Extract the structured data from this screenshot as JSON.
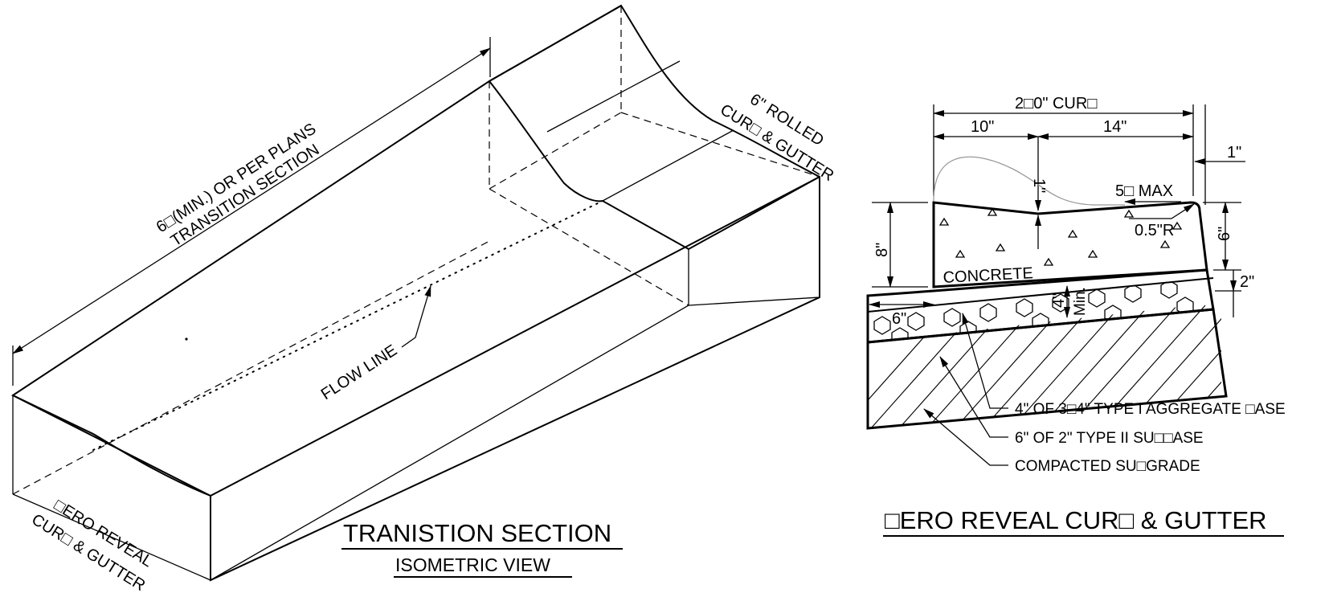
{
  "iso": {
    "dim_line1": "6□(MIN.) OR PER PLANS",
    "dim_line2": "TRANSITION SECTION",
    "rolled_line1": "6\" ROLLED",
    "rolled_line2": "CUR□ & GUTTER",
    "flow_line": "FLOW LINE",
    "zero_line1": "□ERO REVEAL",
    "zero_line2": "CUR□ & GUTTER",
    "title": "TRANISTION SECTION",
    "subtitle": "ISOMETRIC VIEW"
  },
  "section": {
    "overall": "2□0\" CUR□",
    "left_width": "10\"",
    "right_width": "14\"",
    "top_offset": "1\"",
    "right_offset": "1\"",
    "slope": "5□ MAX",
    "radius": "0.5\"R",
    "depth": "8\"",
    "right_depth": "6\"",
    "gutter_drop": "2\"",
    "base_depth": "4\"",
    "base_min": "Min.",
    "concrete": "CONCRETE",
    "extension": "6\"",
    "note1": "4\" OF 3□4\" TYPE I AGGREGATE □ASE",
    "note2": "6\" OF 2\" TYPE II SU□□ASE",
    "note3": "COMPACTED SU□GRADE",
    "title": "□ERO REVEAL CUR□ & GUTTER"
  }
}
